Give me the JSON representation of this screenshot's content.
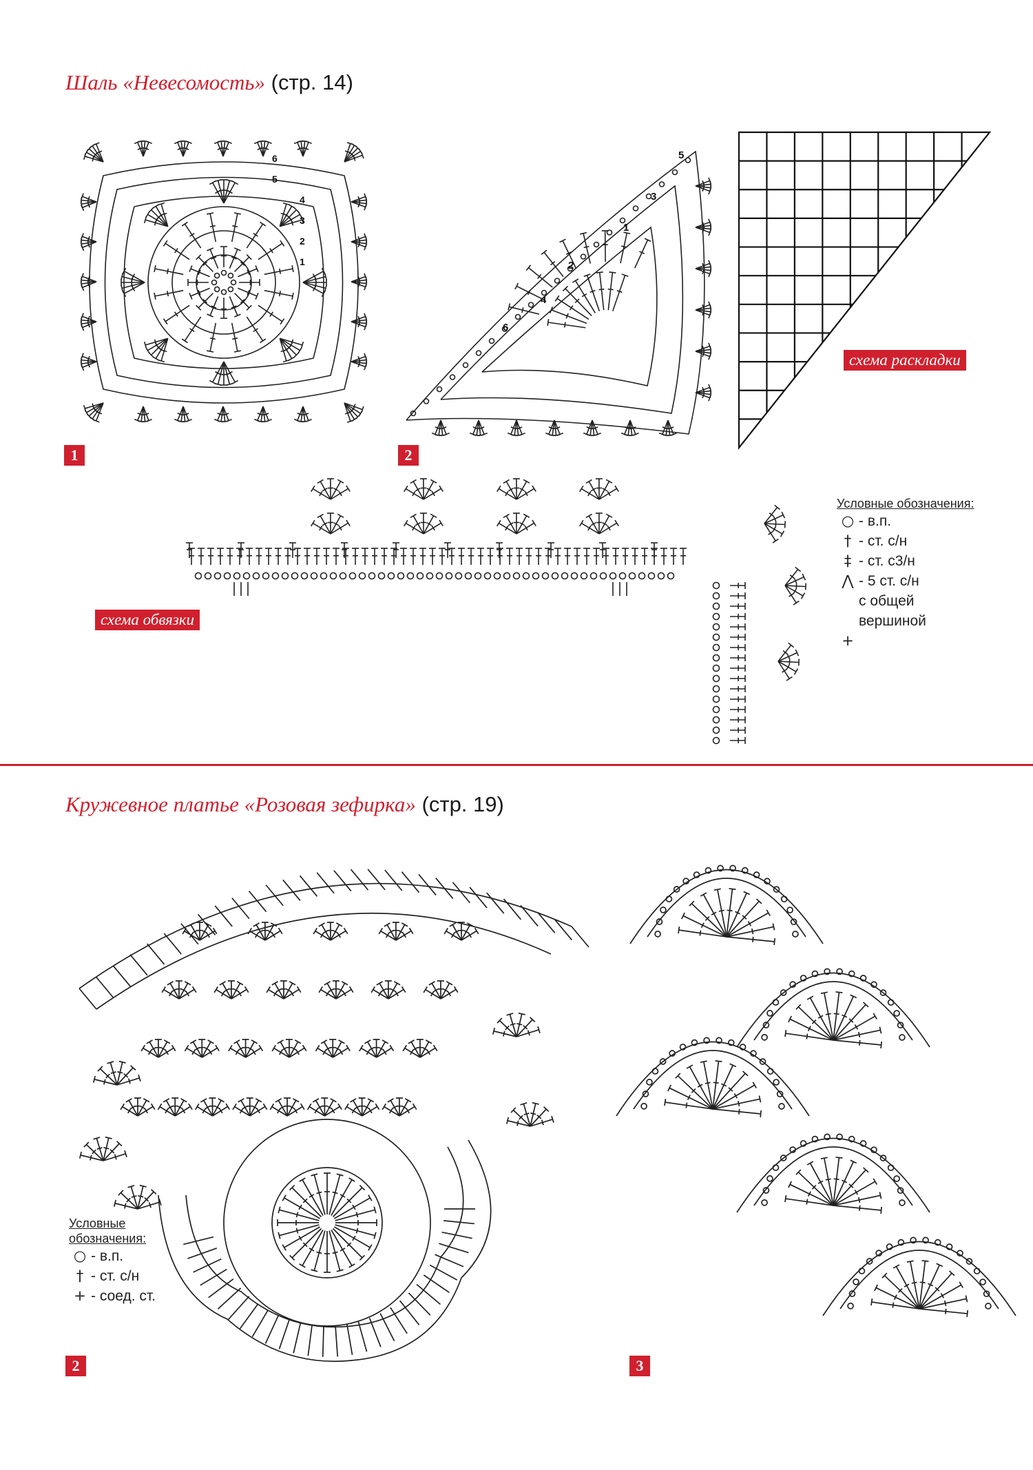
{
  "accent": "#d0202e",
  "section1": {
    "title_italic": "Шаль «Невесомость»",
    "title_ref": "(стр. 14)",
    "fig1_num": "1",
    "fig2_num": "2",
    "tag_layout": "схема раскладки",
    "tag_edging": "схема обвязки",
    "center_numbers": [
      "6",
      "5",
      "4",
      "3",
      "2",
      "1"
    ],
    "tri_numbers": [
      "5",
      "3",
      "1",
      "2",
      "4",
      "6"
    ],
    "legend": {
      "heading": "Условные обозначения:",
      "items": [
        {
          "icon": "chain-stitch-icon",
          "symbol": "○",
          "text": "- в.п."
        },
        {
          "icon": "double-crochet-icon",
          "symbol": "†",
          "text": "- ст. с/н"
        },
        {
          "icon": "triple-crochet-icon",
          "symbol": "‡",
          "text": "- ст. с3/н"
        },
        {
          "icon": "five-dc-cluster-icon",
          "symbol": "⋀",
          "text": "- 5 ст. с/н"
        },
        {
          "icon": "",
          "symbol": "",
          "text": "с общей"
        },
        {
          "icon": "",
          "symbol": "",
          "text": "вершиной"
        },
        {
          "icon": "slip-stitch-icon",
          "symbol": "+",
          "text": ""
        }
      ]
    }
  },
  "section2": {
    "title_italic": "Кружевное платье «Розовая зефирка»",
    "title_ref": "(стр. 19)",
    "fig2_num": "2",
    "fig3_num": "3",
    "legend": {
      "heading_line1": "Условные",
      "heading_line2": "обозначения:",
      "items": [
        {
          "icon": "chain-stitch-icon",
          "symbol": "○",
          "text": "- в.п."
        },
        {
          "icon": "double-crochet-icon",
          "symbol": "†",
          "text": "- ст. с/н"
        },
        {
          "icon": "slip-stitch-icon",
          "symbol": "+",
          "text": "- соед. ст."
        }
      ]
    }
  }
}
